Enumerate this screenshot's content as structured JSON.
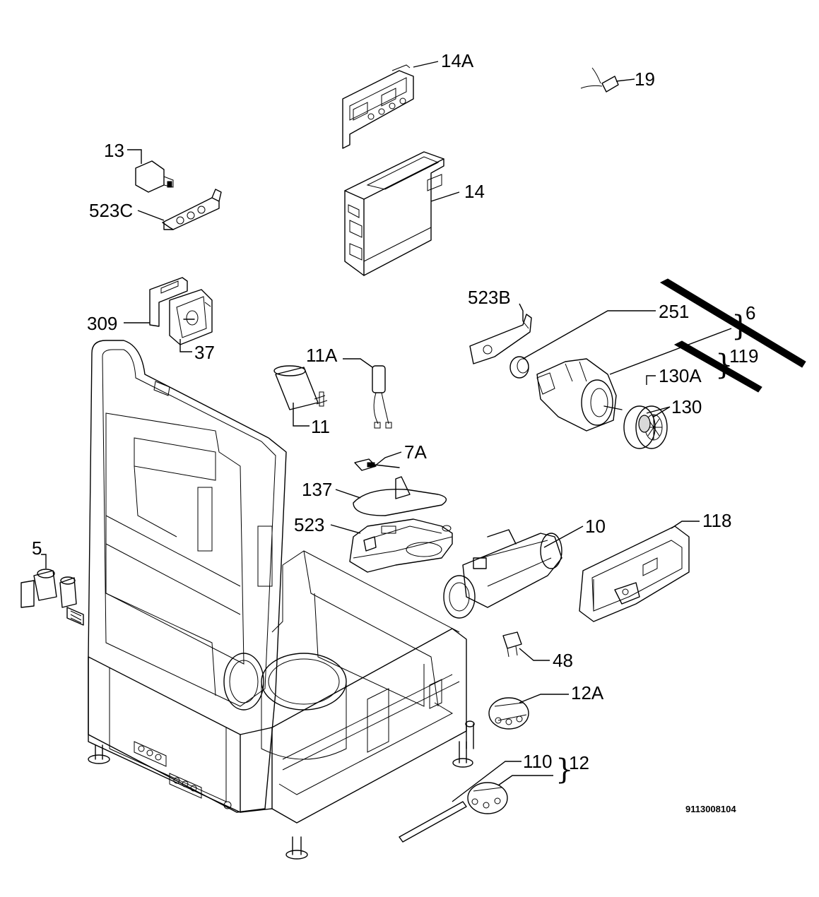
{
  "labels": {
    "p14a": "14A",
    "p19": "19",
    "p13": "13",
    "p523c": "523C",
    "p14": "14",
    "p523b": "523B",
    "p251": "251",
    "p6": "6",
    "p119": "119",
    "p309": "309",
    "p37": "37",
    "p11a": "11A",
    "p11": "11",
    "p130a": "130A",
    "p130": "130",
    "p7a": "7A",
    "p137": "137",
    "p523": "523",
    "p10": "10",
    "p118": "118",
    "p5": "5",
    "p48": "48",
    "p12a": "12A",
    "p110": "110",
    "p12": "12"
  },
  "drawing_code": "9113008104",
  "brace_symbol": "}"
}
